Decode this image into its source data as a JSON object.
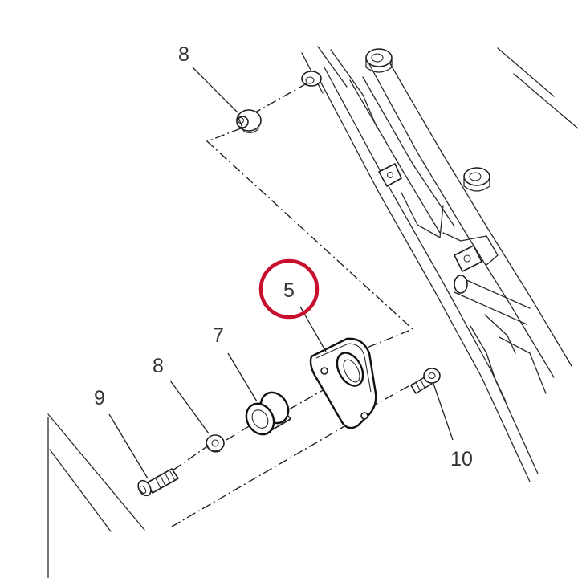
{
  "callouts": [
    {
      "id": "top-washer",
      "label": "8"
    },
    {
      "id": "bracket",
      "label": "5"
    },
    {
      "id": "bushing",
      "label": "7"
    },
    {
      "id": "washer",
      "label": "8"
    },
    {
      "id": "bolt",
      "label": "9"
    },
    {
      "id": "screw",
      "label": "10"
    }
  ],
  "highlight": {
    "label": "5",
    "ring_color": "#c8102e"
  },
  "colors": {
    "line": "#2a2a2a",
    "background": "#ffffff"
  }
}
